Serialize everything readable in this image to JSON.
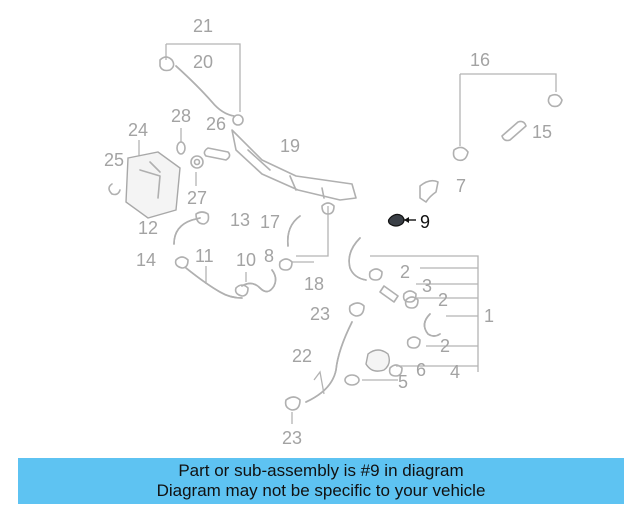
{
  "diagram": {
    "callouts": [
      "21",
      "20",
      "16",
      "28",
      "26",
      "24",
      "25",
      "19",
      "27",
      "15",
      "7",
      "13",
      "12",
      "17",
      "9",
      "14",
      "11",
      "10",
      "8",
      "18",
      "2",
      "3",
      "2",
      "23",
      "1",
      "22",
      "2",
      "6",
      "4",
      "5",
      "23"
    ],
    "highlighted_part": "9"
  },
  "caption": {
    "line1": "Part or sub-assembly is #9 in diagram",
    "line2": "Diagram may not be specific to your vehicle"
  },
  "colors": {
    "banner": "#5ec3f2",
    "callout_gray": "#a3a3a3",
    "highlight": "#111111"
  }
}
